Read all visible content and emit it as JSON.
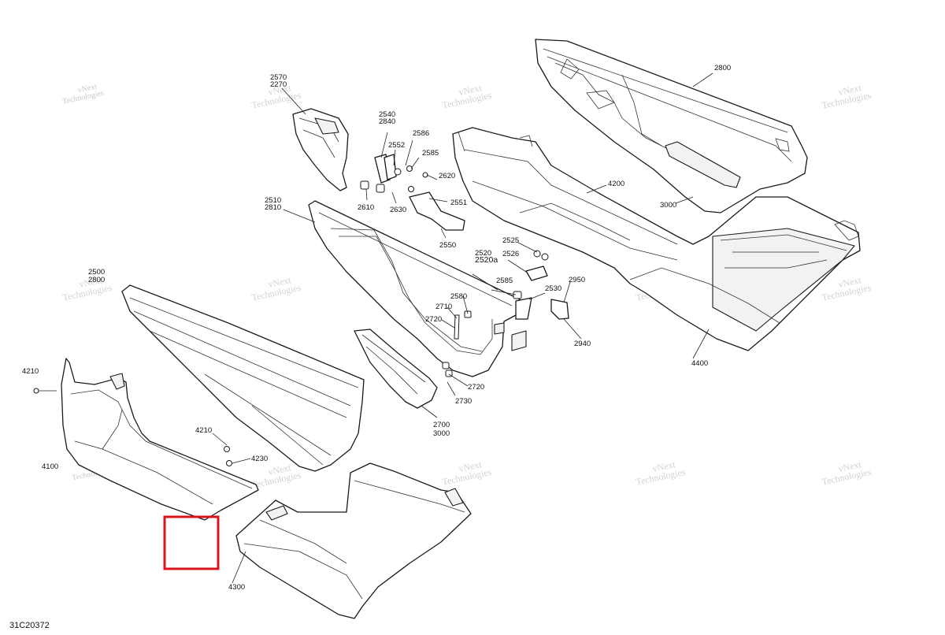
{
  "diagram_code": "31C20372",
  "watermark": {
    "line1": "vNext",
    "line2": "Technologies"
  },
  "callouts": [
    {
      "id": "c2570",
      "text": "2570"
    },
    {
      "id": "c2270",
      "text": "2270"
    },
    {
      "id": "c2540",
      "text": "2540"
    },
    {
      "id": "c2840",
      "text": "2840"
    },
    {
      "id": "c2586",
      "text": "2586"
    },
    {
      "id": "c2552",
      "text": "2552"
    },
    {
      "id": "c2585",
      "text": "2585"
    },
    {
      "id": "c2620",
      "text": "2620"
    },
    {
      "id": "c2610",
      "text": "2610"
    },
    {
      "id": "c2630",
      "text": "2630"
    },
    {
      "id": "c2551",
      "text": "2551"
    },
    {
      "id": "c2550",
      "text": "2550"
    },
    {
      "id": "c2510",
      "text": "2510"
    },
    {
      "id": "c2810",
      "text": "2810"
    },
    {
      "id": "c2800",
      "text": "2800"
    },
    {
      "id": "c4200",
      "text": "4200"
    },
    {
      "id": "c3000a",
      "text": "3000"
    },
    {
      "id": "c2525",
      "text": "2525"
    },
    {
      "id": "c2520",
      "text": "2520"
    },
    {
      "id": "c2520a",
      "text": "2520a"
    },
    {
      "id": "c2526",
      "text": "2526"
    },
    {
      "id": "c2500",
      "text": "2500"
    },
    {
      "id": "c2860",
      "text": "2800"
    },
    {
      "id": "c2585b",
      "text": "2585"
    },
    {
      "id": "c2580",
      "text": "2580"
    },
    {
      "id": "c2530",
      "text": "2530"
    },
    {
      "id": "c2950",
      "text": "2950"
    },
    {
      "id": "c2710",
      "text": "2710"
    },
    {
      "id": "c2720a",
      "text": "2720"
    },
    {
      "id": "c2940",
      "text": "2940"
    },
    {
      "id": "c4400",
      "text": "4400"
    },
    {
      "id": "c4210a",
      "text": "4210"
    },
    {
      "id": "c2720b",
      "text": "2720"
    },
    {
      "id": "c2730",
      "text": "2730"
    },
    {
      "id": "c2700",
      "text": "2700"
    },
    {
      "id": "c3000b",
      "text": "3000"
    },
    {
      "id": "c4210b",
      "text": "4210"
    },
    {
      "id": "c4230",
      "text": "4230"
    },
    {
      "id": "c4100",
      "text": "4100"
    },
    {
      "id": "c4300",
      "text": "4300"
    }
  ],
  "highlight_color": "#d9141c"
}
